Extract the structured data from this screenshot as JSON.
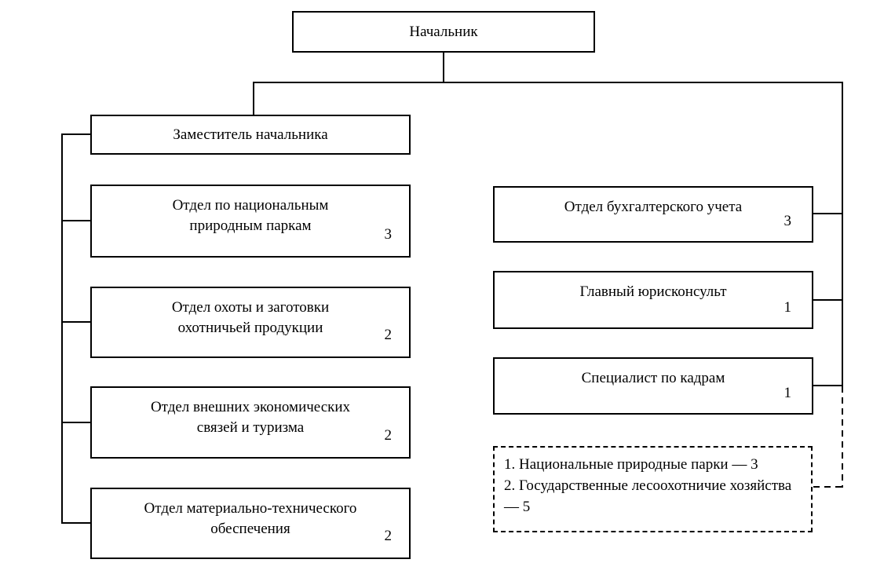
{
  "colors": {
    "background": "#ffffff",
    "line": "#000000",
    "text": "#000000"
  },
  "org_chart": {
    "root": {
      "label": "Начальник"
    },
    "deputy": {
      "label": "Заместитель начальника"
    },
    "left_departments": [
      {
        "lines": [
          "Отдел по национальным",
          "природным паркам"
        ],
        "count": "3"
      },
      {
        "lines": [
          "Отдел охоты и заготовки",
          "охотничьей продукции"
        ],
        "count": "2"
      },
      {
        "lines": [
          "Отдел внешних экономических",
          "связей и туризма"
        ],
        "count": "2"
      },
      {
        "lines": [
          "Отдел материально-технического",
          "обеспечения"
        ],
        "count": "2"
      }
    ],
    "right_departments": [
      {
        "label": "Отдел бухгалтерского учета",
        "count": "3"
      },
      {
        "label": "Главный юрисконсульт",
        "count": "1"
      },
      {
        "label": "Специалист по кадрам",
        "count": "1"
      }
    ],
    "legend": {
      "items": [
        "1. Национальные природные парки — 3",
        "2. Государственные лесоохотничие хозяйства — 5"
      ]
    }
  }
}
